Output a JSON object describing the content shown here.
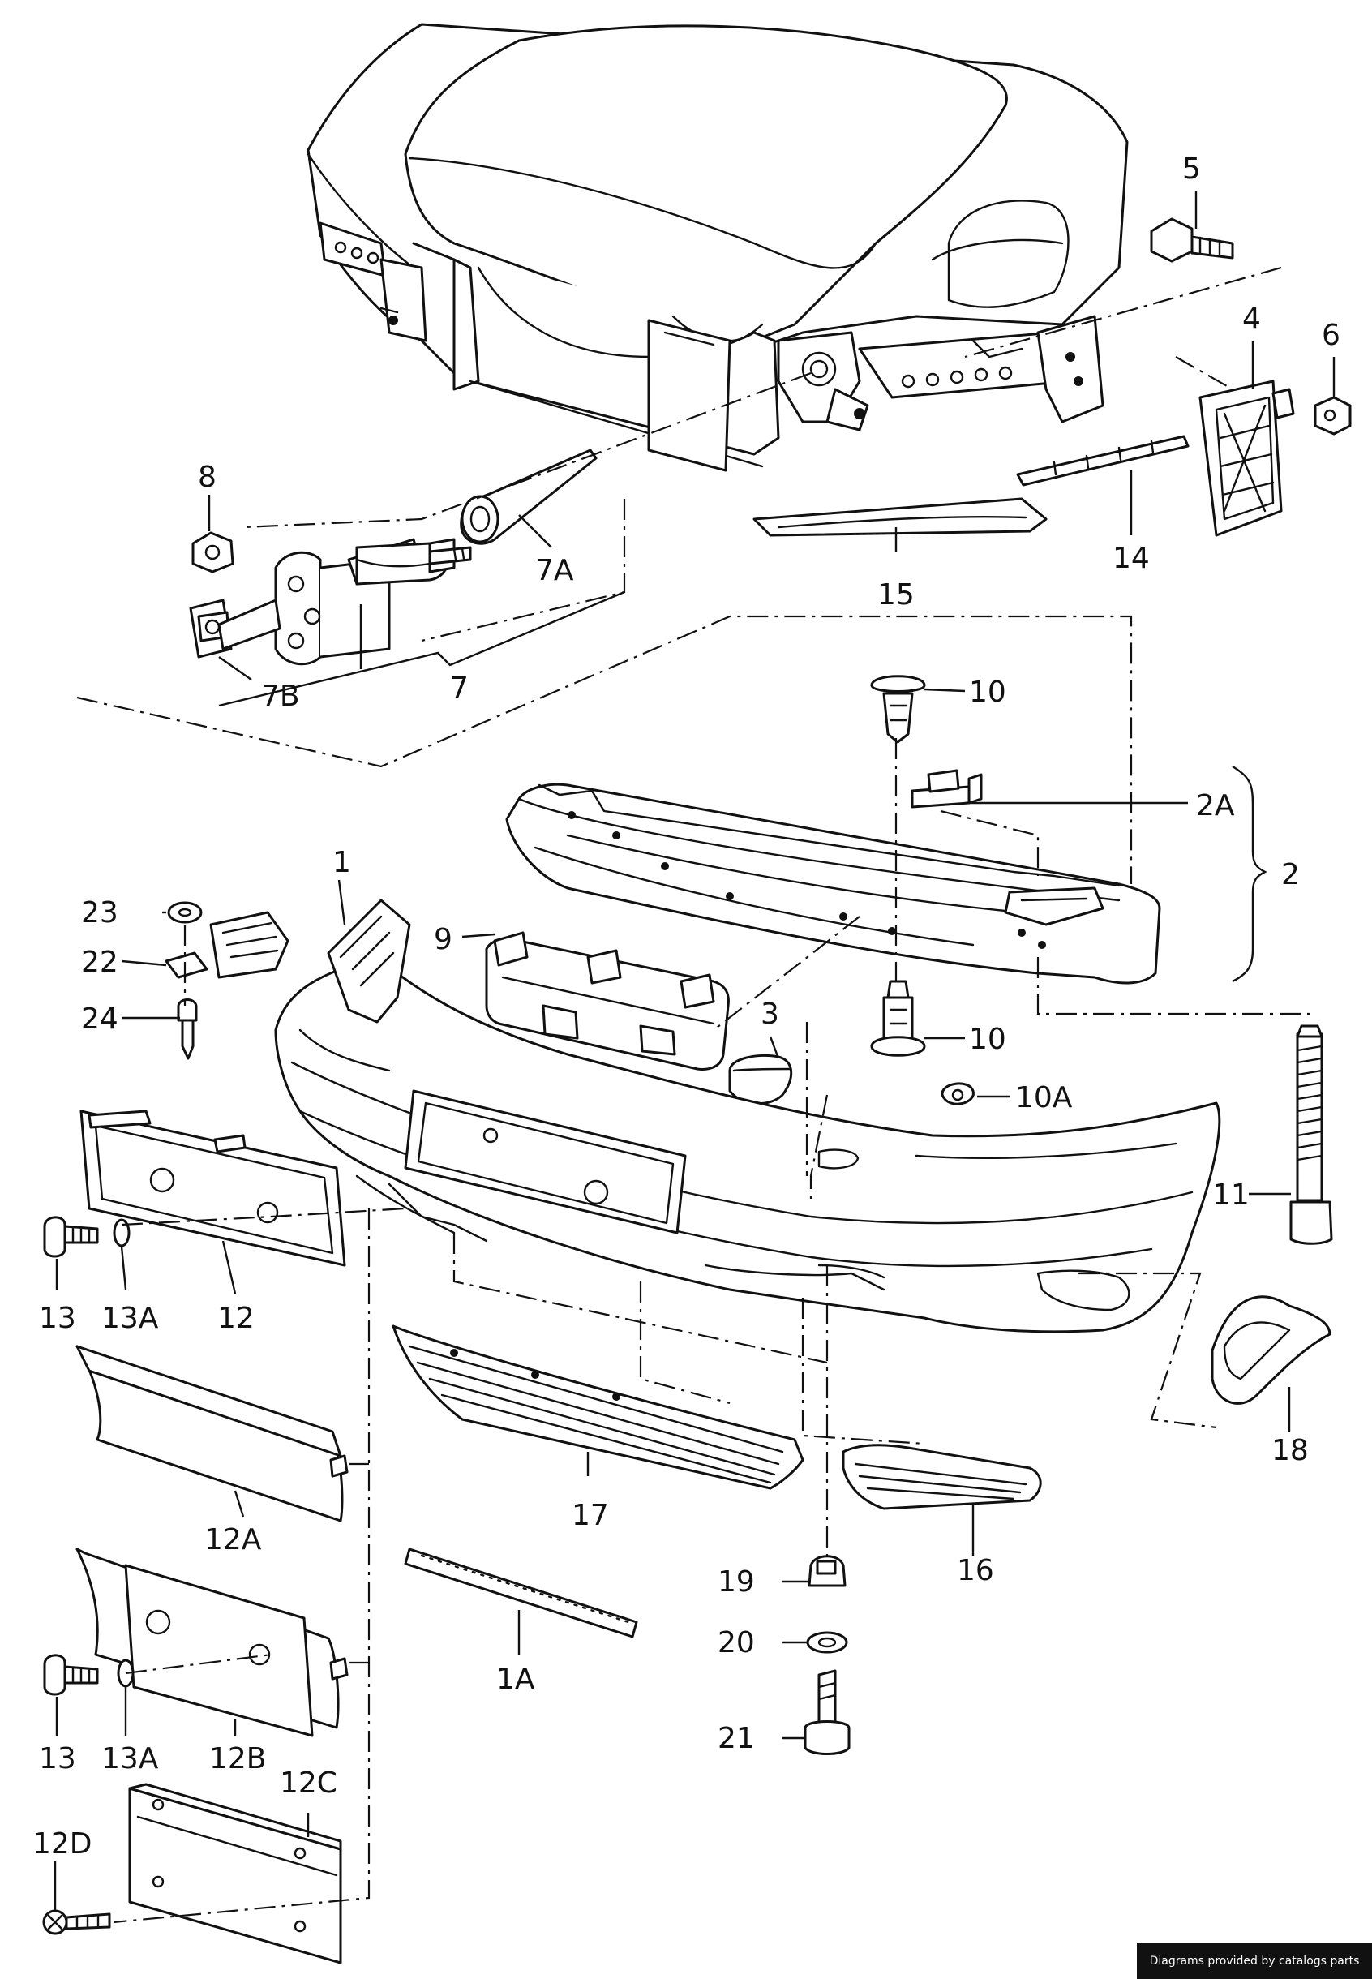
{
  "credit": "Diagrams provided by catalogs parts",
  "labels": {
    "l1": "1",
    "l1A": "1A",
    "l2": "2",
    "l2A": "2A",
    "l3": "3",
    "l4": "4",
    "l5": "5",
    "l6": "6",
    "l7": "7",
    "l7A": "7A",
    "l7B": "7B",
    "l8": "8",
    "l9": "9",
    "l10a": "10",
    "l10b": "10",
    "l10A": "10A",
    "l11": "11",
    "l12": "12",
    "l12A": "12A",
    "l12B": "12B",
    "l12C": "12C",
    "l12D": "12D",
    "l13a": "13",
    "l13Aa": "13A",
    "l13b": "13",
    "l13Ab": "13A",
    "l14": "14",
    "l15": "15",
    "l16": "16",
    "l17": "17",
    "l18": "18",
    "l19": "19",
    "l20": "20",
    "l21": "21",
    "l22": "22",
    "l23": "23",
    "l24": "24"
  }
}
